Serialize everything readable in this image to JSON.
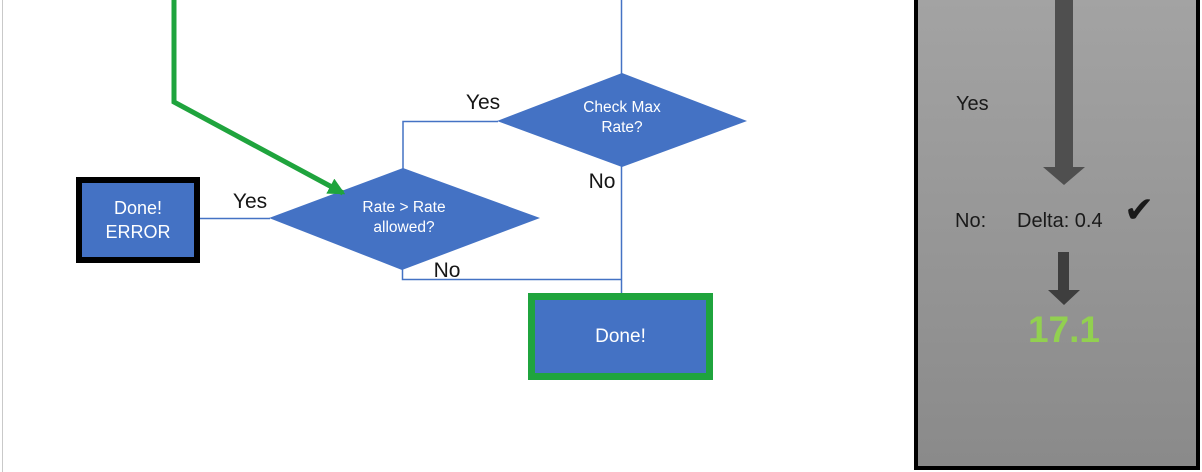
{
  "flowchart": {
    "decision_check_max": {
      "line1": "Check Max",
      "line2": "Rate?",
      "yes_label": "Yes",
      "no_label": "No"
    },
    "decision_rate_allowed": {
      "line1": "Rate > Rate",
      "line2": "allowed?",
      "yes_label": "Yes",
      "no_label": "No"
    },
    "error_box": {
      "line1": "Done!",
      "line2": "ERROR"
    },
    "done_box": {
      "label": "Done!"
    }
  },
  "side_panel": {
    "yes_label": "Yes",
    "no_label": "No:",
    "delta_text": "Delta: 0.4",
    "checkmark": "✔",
    "result_value": "17.1"
  },
  "colors": {
    "shape_blue": "#4472C4",
    "connector_blue": "#4472C4",
    "green": "#1FA43D",
    "result_green": "#92D050",
    "panel_gray_top": "#A3A3A3",
    "panel_gray_bottom": "#8A8A8A",
    "arrow_gray": "#4F4F4F",
    "arrow_gray_dark": "#3E3E3E"
  }
}
